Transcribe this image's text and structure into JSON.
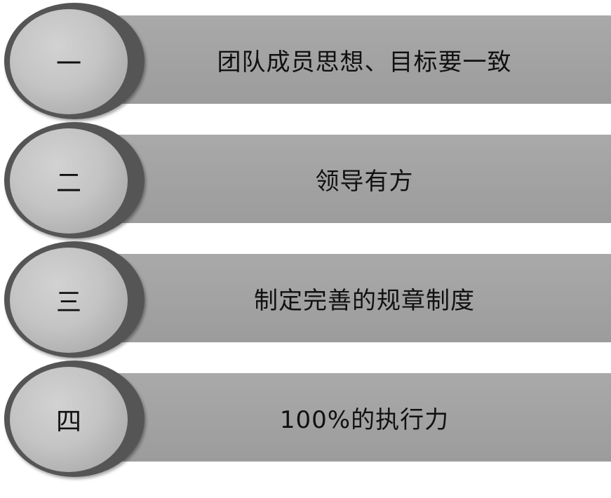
{
  "items": [
    {
      "number": "一",
      "text": "团队成员思想、目标要一致"
    },
    {
      "number": "二",
      "text": "领导有方"
    },
    {
      "number": "三",
      "text": "制定完善的规章制度"
    },
    {
      "number": "四",
      "text": "100%的执行力"
    }
  ]
}
